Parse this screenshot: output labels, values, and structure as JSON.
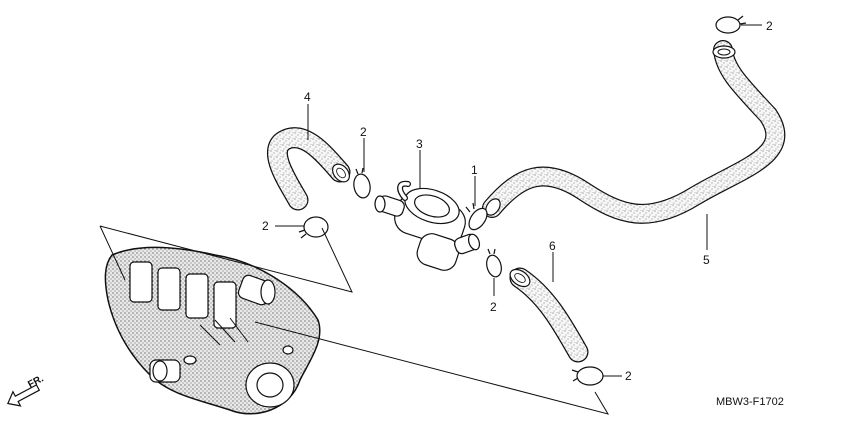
{
  "diagram_code": "MBW3-F1702",
  "direction_label": "FR.",
  "callouts": {
    "clip_top_right": "2",
    "hose_4": "4",
    "clip_left_upper": "2",
    "clip_left_lower": "2",
    "valve_3": "3",
    "clamp_1": "1",
    "clip_right_middle": "2",
    "hose_6": "6",
    "clip_bottom": "2",
    "hose_5": "5"
  },
  "colors": {
    "line": "#111111",
    "hose_fill": "#f6f6f6",
    "background": "#ffffff"
  },
  "icons": {
    "direction_arrow": "front-direction-arrow-icon"
  }
}
